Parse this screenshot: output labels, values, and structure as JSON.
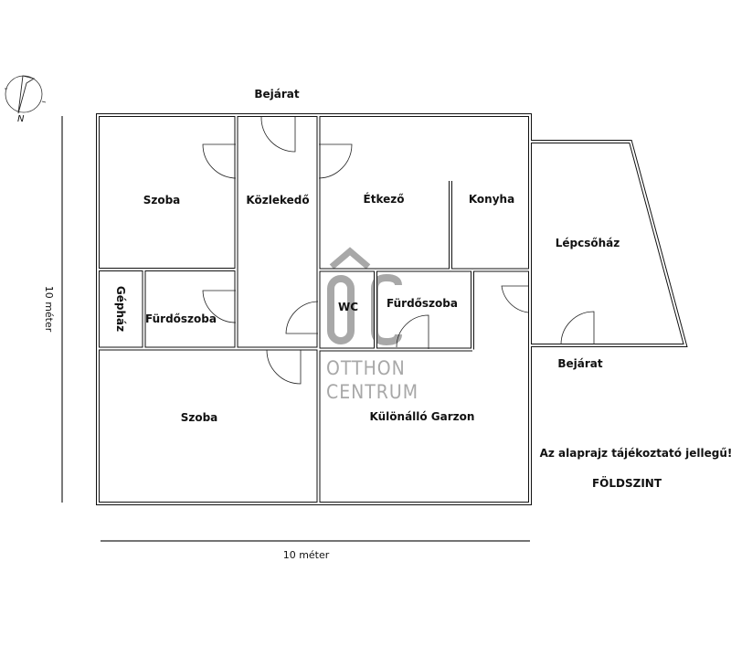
{
  "plan": {
    "entrance_top": "Bejárat",
    "entrance_right": "Bejárat",
    "rooms": {
      "szoba_top": "Szoba",
      "kozlekedo": "Közlekedő",
      "etkezo": "Étkező",
      "konyha": "Konyha",
      "lepcsohaz": "Lépcsőház",
      "gephaz": "Gépház",
      "furdoszoba_left": "Fürdőszoba",
      "wc": "WC",
      "furdoszoba_right": "Fürdőszoba",
      "szoba_bottom": "Szoba",
      "garzon": "Különálló Garzon"
    },
    "scale_vertical": "10 méter",
    "scale_horizontal": "10 méter",
    "compass_label": "N",
    "disclaimer": "Az alaprajz tájékoztató jellegű!",
    "floor": "FÖLDSZINT"
  },
  "watermark": {
    "logo": "ÔC",
    "line1": "OTTHON",
    "line2": "CENTRUM",
    "color": "#a8a8a8"
  }
}
